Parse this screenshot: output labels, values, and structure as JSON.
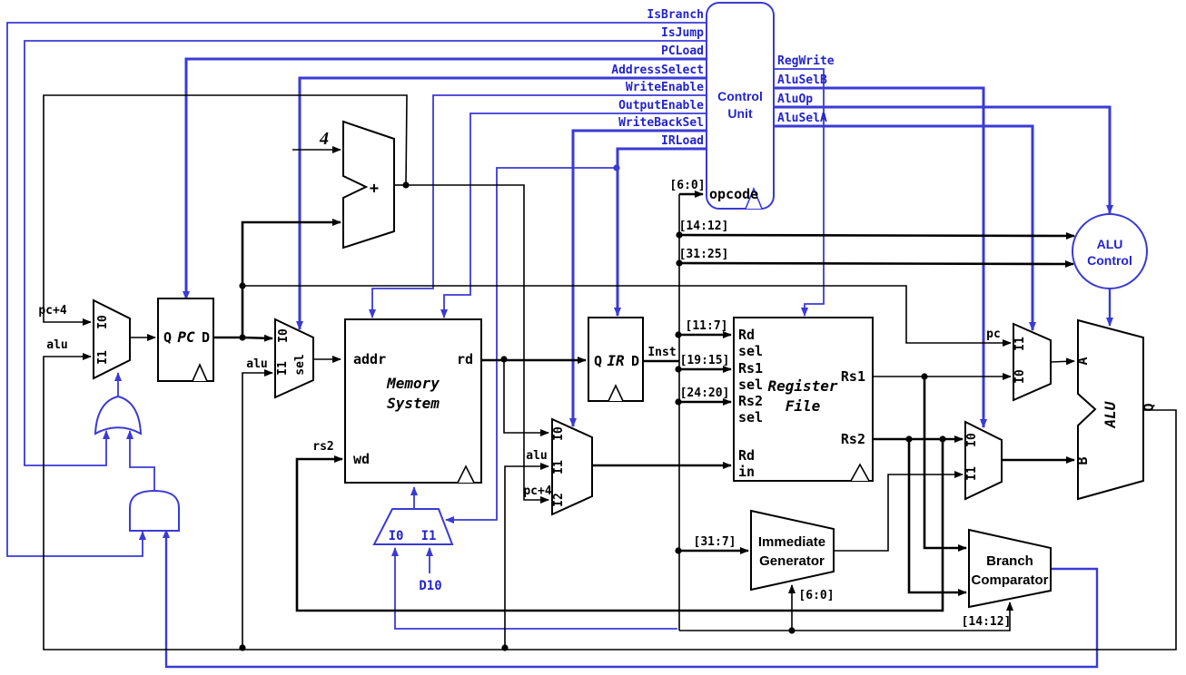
{
  "colors": {
    "wire_black": "#000000",
    "wire_blue": "#3a3ad6",
    "text_blue": "#2323cf"
  },
  "control_unit": {
    "title1": "Control",
    "title2": "Unit",
    "opcode": "opcode",
    "opcode_bits": "[6:0]",
    "left_signals": [
      "IsBranch",
      "IsJump",
      "PCLoad",
      "AddressSelect",
      "WriteEnable",
      "OutputEnable",
      "WriteBackSel",
      "IRLoad"
    ],
    "right_signals": [
      "RegWrite",
      "AluSelB",
      "AluOp",
      "AluSelA"
    ]
  },
  "alu_control": {
    "title1": "ALU",
    "title2": "Control",
    "in_funct3": "[14:12]",
    "in_funct7": "[31:25]"
  },
  "pc": {
    "q": "Q",
    "name": "PC",
    "d": "D"
  },
  "ir": {
    "q": "Q",
    "name": "IR",
    "d": "D",
    "out": "Inst"
  },
  "adder": {
    "op": "+",
    "const": "4"
  },
  "memory": {
    "title1": "Memory",
    "title2": "System",
    "addr": "addr",
    "rd": "rd",
    "wd": "wd",
    "wd_src": "rs2"
  },
  "register_file": {
    "title1": "Register",
    "title2": "File",
    "rd": "Rd",
    "sel": "sel",
    "rs1": "Rs1",
    "rs2": "Rs2",
    "in": "in",
    "rd_bits": "[11:7]",
    "rs1_bits": "[19:15]",
    "rs2_bits": "[24:20]",
    "out_rs1": "Rs1",
    "out_rs2": "Rs2"
  },
  "imm_gen": {
    "title1": "Immediate",
    "title2": "Generator",
    "in_bits": "[31:7]",
    "low_bits": "[6:0]"
  },
  "branch_cmp": {
    "title1": "Branch",
    "title2": "Comparator",
    "funct_bits": "[14:12]"
  },
  "alu": {
    "name": "ALU",
    "a": "A",
    "b": "B",
    "q": "Q"
  },
  "mux_pc": {
    "i0": "I0",
    "i1": "I1",
    "src0": "pc+4",
    "src1": "alu"
  },
  "mux_addr": {
    "i0": "I0",
    "i1": "I1",
    "sel": "sel",
    "src1": "alu"
  },
  "mux_wb": {
    "i0": "I0",
    "i1": "I1",
    "i2": "I2",
    "src1": "alu",
    "src2": "pc+4"
  },
  "mux_a": {
    "i0": "I0",
    "i1": "I1",
    "src1": "pc"
  },
  "mux_b": {
    "i0": "I0",
    "i1": "I1"
  },
  "mux_mem": {
    "i0": "I0",
    "i1": "I1",
    "src1": "D10"
  }
}
